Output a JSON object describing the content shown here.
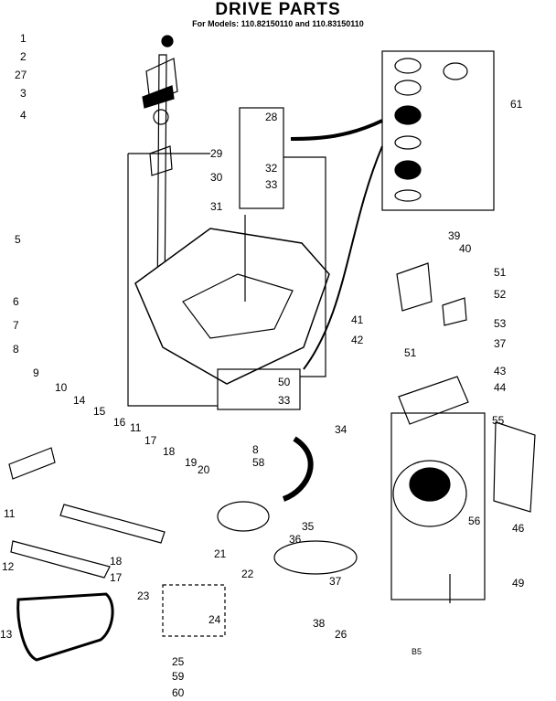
{
  "header": {
    "title": "DRIVE PARTS",
    "subtitle": "For Models: 110.82150110 and 110.83150110"
  },
  "callouts": [
    "1",
    "2",
    "27",
    "3",
    "4",
    "29",
    "30",
    "31",
    "28",
    "32",
    "33",
    "5",
    "6",
    "7",
    "8",
    "9",
    "10",
    "14",
    "15",
    "16",
    "11",
    "17",
    "18",
    "19",
    "20",
    "50",
    "33",
    "34",
    "8",
    "58",
    "35",
    "21",
    "36",
    "22",
    "23",
    "24",
    "25",
    "59",
    "60",
    "26",
    "37",
    "38",
    "12",
    "13",
    "39",
    "40",
    "51",
    "41",
    "52",
    "42",
    "53",
    "51",
    "37",
    "43",
    "44",
    "55",
    "56",
    "46",
    "49",
    "61",
    "11",
    "18",
    "17"
  ],
  "drawing_code": "B5",
  "colors": {
    "ink": "#000000",
    "paper": "#ffffff"
  }
}
